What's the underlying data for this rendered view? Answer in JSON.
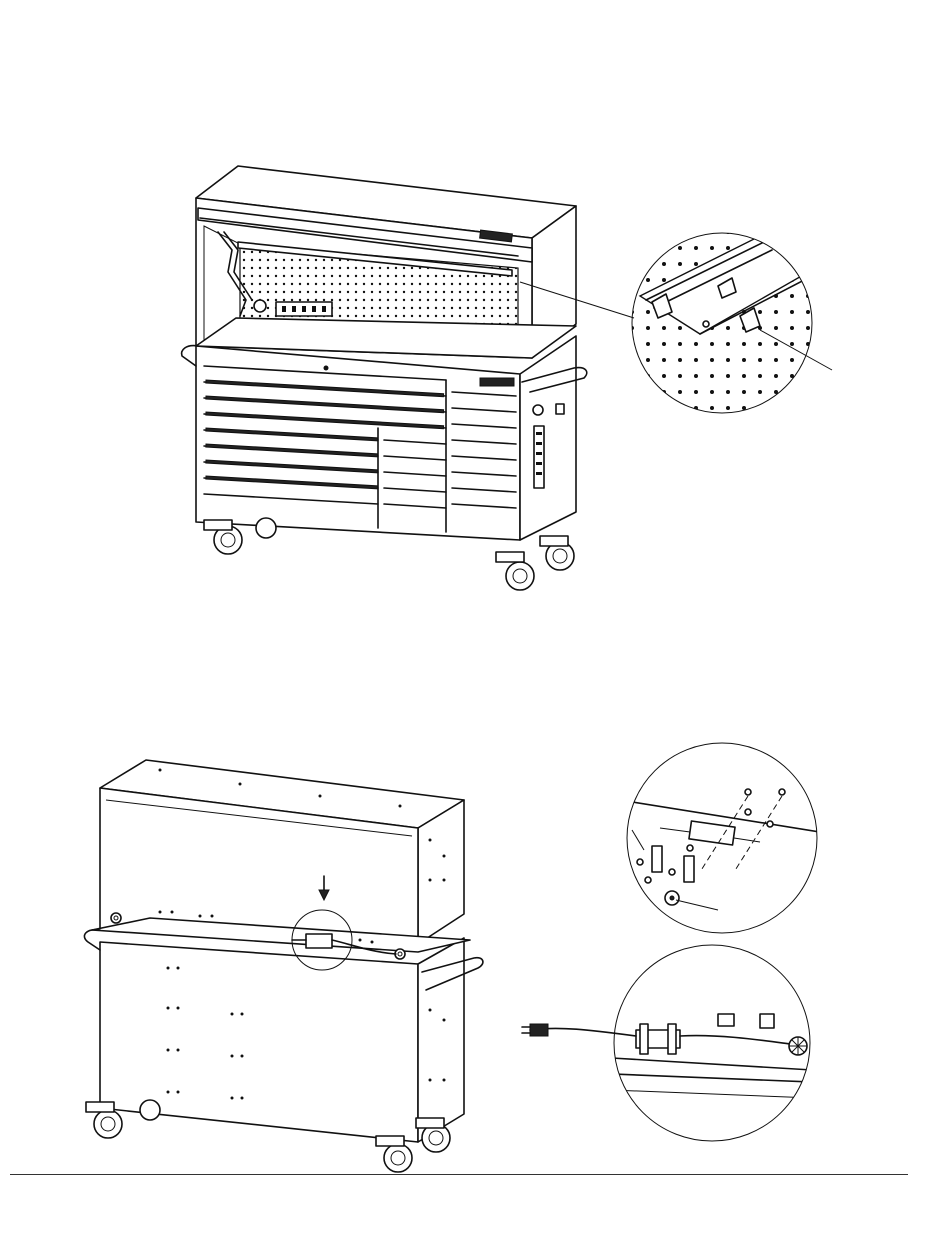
{
  "page": {
    "figure_top_label": "",
    "figure_bottom_label": ""
  },
  "figures": [
    {
      "name": "tool-chest-front-assembly",
      "detail": "pegboard-shelf-clip-detail"
    },
    {
      "name": "tool-chest-rear-assembly",
      "detail": "power-strip-mounting-detail"
    }
  ],
  "icons": [
    "down-arrow-icon",
    "power-plug-icon",
    "caster-wheel-icon",
    "screw-icon"
  ],
  "colors": {
    "line": "#111111",
    "background": "#ffffff",
    "rule": "#333333"
  }
}
